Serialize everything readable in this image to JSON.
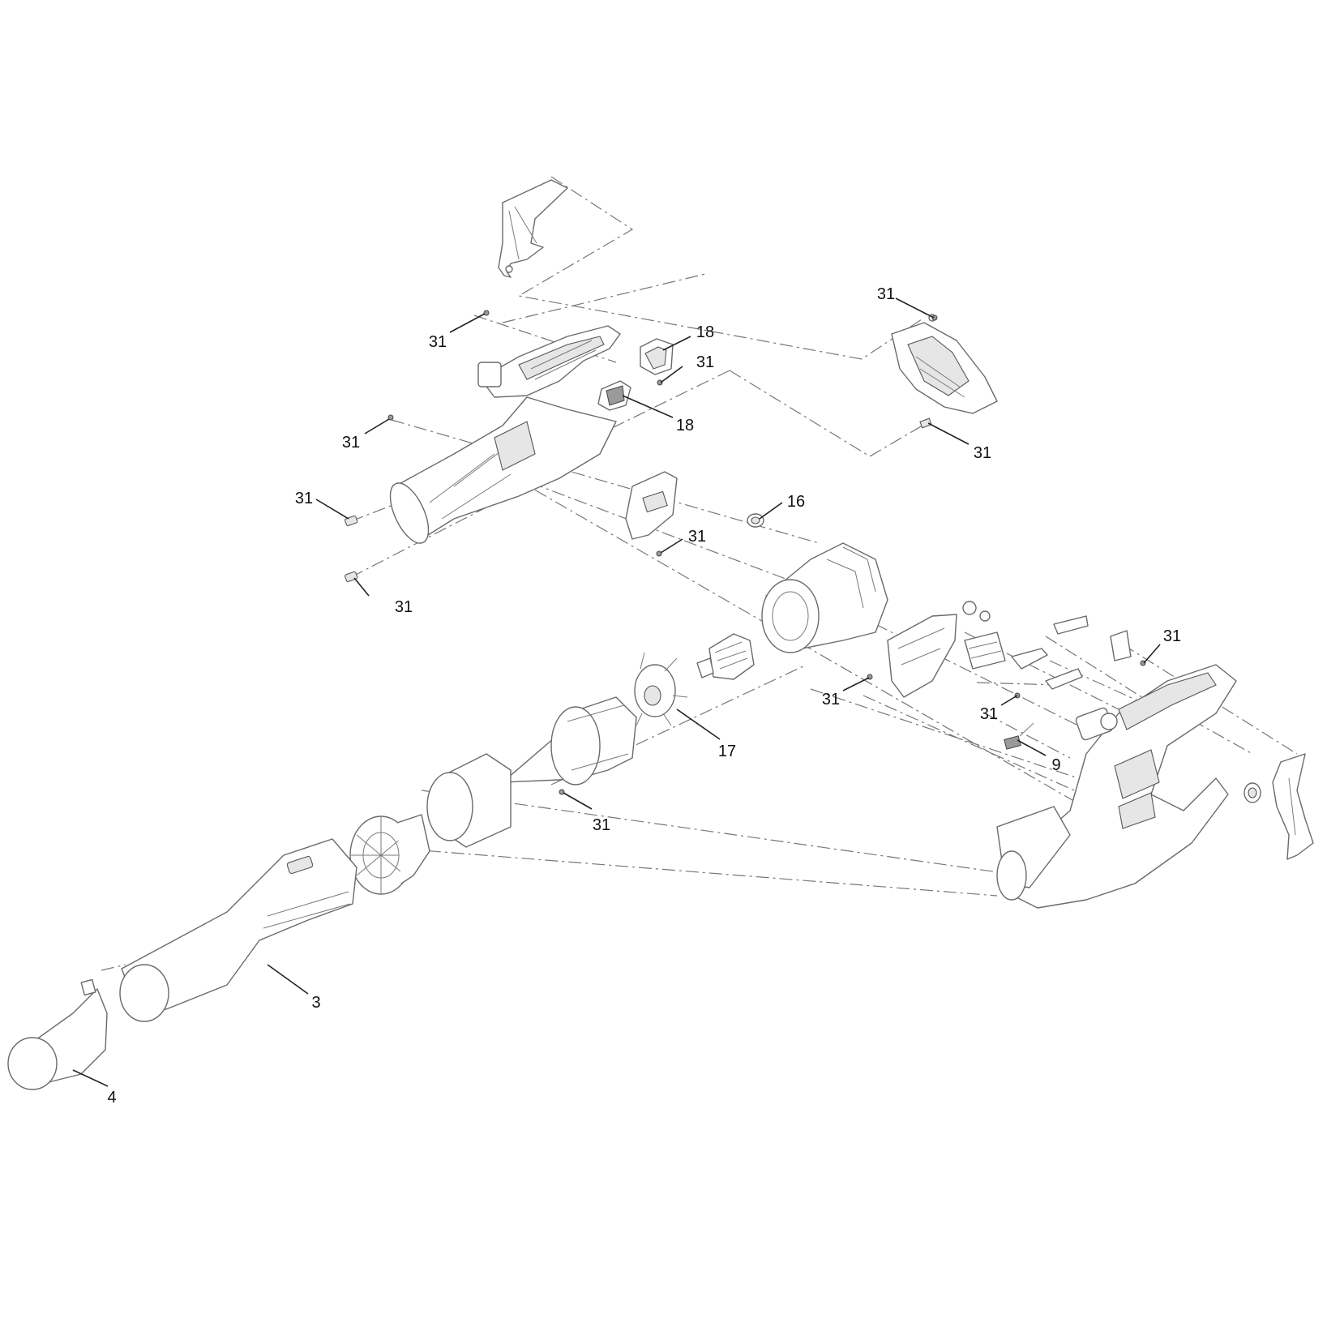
{
  "diagram": {
    "type": "exploded-parts-diagram",
    "callouts": [
      {
        "id": "c1",
        "label": "31"
      },
      {
        "id": "c2",
        "label": "18"
      },
      {
        "id": "c3",
        "label": "31"
      },
      {
        "id": "c4",
        "label": "31"
      },
      {
        "id": "c5",
        "label": "18"
      },
      {
        "id": "c6",
        "label": "31"
      },
      {
        "id": "c7",
        "label": "31"
      },
      {
        "id": "c8",
        "label": "31"
      },
      {
        "id": "c9",
        "label": "16"
      },
      {
        "id": "c10",
        "label": "31"
      },
      {
        "id": "c11",
        "label": "31"
      },
      {
        "id": "c12",
        "label": "31"
      },
      {
        "id": "c13",
        "label": "31"
      },
      {
        "id": "c14",
        "label": "31"
      },
      {
        "id": "c15",
        "label": "17"
      },
      {
        "id": "c16",
        "label": "9"
      },
      {
        "id": "c17",
        "label": "31"
      },
      {
        "id": "c18",
        "label": "3"
      },
      {
        "id": "c19",
        "label": "4"
      }
    ]
  }
}
